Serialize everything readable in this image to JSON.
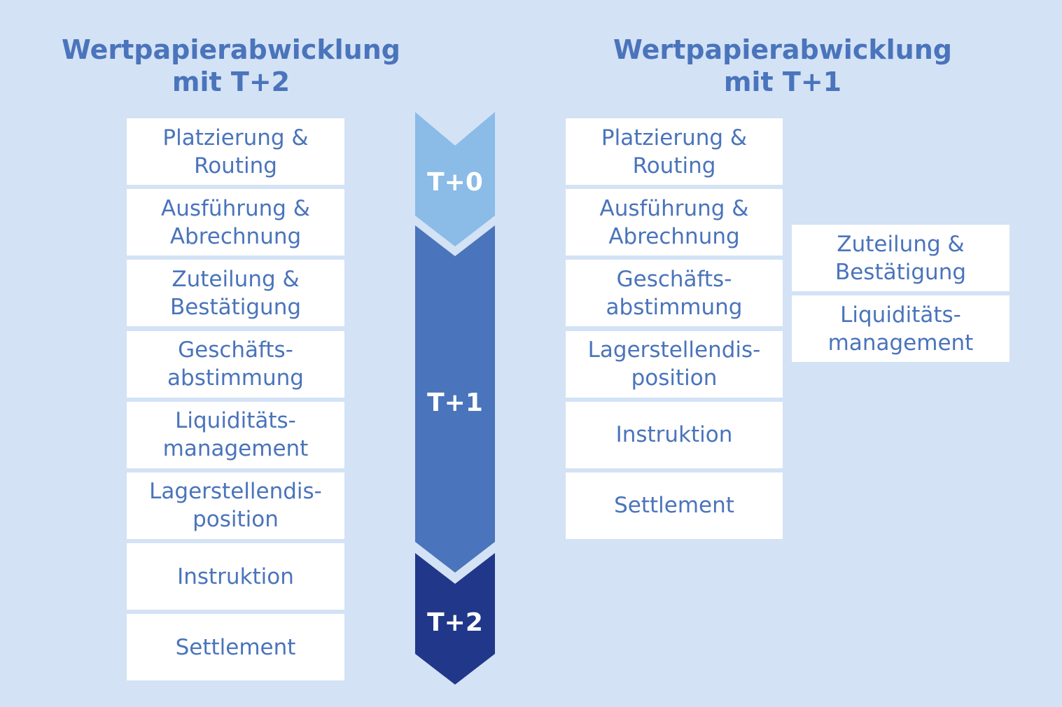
{
  "left": {
    "title": "Wertpapierabwicklung\nmit T+2",
    "steps": [
      "Platzierung &\nRouting",
      "Ausführung &\nAbrechnung",
      "Zuteilung &\nBestätigung",
      "Geschäfts-\nabstimmung",
      "Liquiditäts-\nmanagement",
      "Lagerstellendis-\nposition",
      "Instruktion",
      "Settlement"
    ]
  },
  "timeline": {
    "segments": [
      {
        "label": "T+0",
        "color": "#8bbbe7"
      },
      {
        "label": "T+1",
        "color": "#4a74bb"
      },
      {
        "label": "T+2",
        "color": "#21378a"
      }
    ]
  },
  "right": {
    "title": "Wertpapierabwicklung\nmit T+1",
    "steps": [
      "Platzierung &\nRouting",
      "Ausführung &\nAbrechnung",
      "Geschäfts-\nabstimmung",
      "Lagerstellendis-\nposition",
      "Instruktion",
      "Settlement"
    ],
    "extra_steps": [
      "Zuteilung &\nBestätigung",
      "Liquiditäts-\nmanagement"
    ]
  },
  "colors": {
    "background": "#d3e2f5",
    "text": "#4a74bb",
    "box": "#ffffff"
  }
}
